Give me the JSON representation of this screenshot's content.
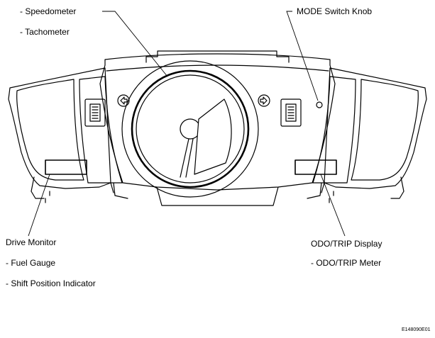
{
  "labels": {
    "speedometer": "- Speedometer",
    "tachometer": "- Tachometer",
    "mode_knob": "MODE Switch Knob",
    "drive_monitor": "Drive Monitor",
    "fuel_gauge": "- Fuel Gauge",
    "shift_indicator": "- Shift Position Indicator",
    "odo_trip_display": "ODO/TRIP Display",
    "odo_trip_meter": "- ODO/TRIP Meter"
  },
  "figure_code": "E148090E01"
}
